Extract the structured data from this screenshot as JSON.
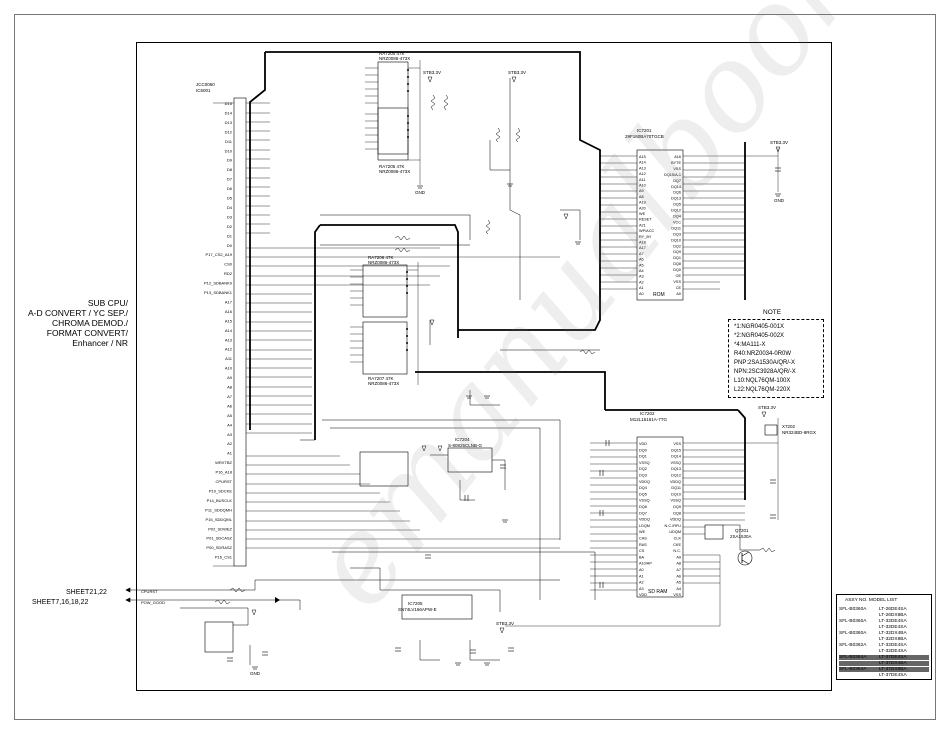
{
  "side_label": {
    "lines": [
      "SUB CPU/",
      "A-D CONVERT / YC SEP./",
      "CHROMA DEMOD./",
      "FORMAT CONVERT/",
      "Enhancer / NR"
    ]
  },
  "sheets": {
    "sheet_a": "SHEET21,22",
    "sheet_b": "SHEET7,16,18,22",
    "sig_a": "CPURST",
    "sig_b": "POW_GOOD"
  },
  "chips": {
    "cpu": {
      "ref": "IC6001",
      "part": "JCC0060"
    },
    "ra_top": {
      "ref": "RA7204 47K",
      "part": "NRZ0086-473X"
    },
    "ra_mid": {
      "ref": "RA7206 47K",
      "part": "NRZ0086-473X"
    },
    "ra_bot": {
      "ref": "RA7205 47K",
      "part": "NRZ0086-473X"
    },
    "ra_low": {
      "ref": "RA7207 47K",
      "part": "NRZ0086-473X"
    },
    "rom": {
      "ref": "IC7201",
      "part": "29F160BA70TGCB",
      "label": "ROM"
    },
    "sdram": {
      "ref": "IC7202",
      "part": "M12L16161A-7TG",
      "label": "SD RAM"
    },
    "ic7205": {
      "ref": "IC7205",
      "part": "SN74LV166APW-E"
    },
    "ic7204": {
      "ref": "IC7204",
      "part": "S-80825CLNB-G"
    },
    "q7201": {
      "ref": "Q7201",
      "part": "2SA1530A"
    },
    "x7202": {
      "ref": "X7202",
      "part": "NR324BD-9RGX"
    }
  },
  "cpu_pins_left": [
    "D15",
    "D14",
    "D13",
    "D12",
    "D11",
    "D10",
    "D9",
    "D8",
    "D7",
    "D6",
    "D5",
    "D4",
    "D3",
    "D2",
    "D1",
    "D0",
    "P17_CS2_A19",
    "CS0",
    "RD2",
    "P12_SDBANK0",
    "P13_SDBANK1",
    "A17",
    "A16",
    "A15",
    "A14",
    "A13",
    "A12",
    "A11",
    "A10",
    "A9",
    "A8",
    "A7",
    "A6",
    "A5",
    "A4",
    "A3",
    "A2",
    "A1",
    "WRXTBZ",
    "P16_A18",
    "CPURST",
    "P10_SDCKE",
    "P14_BUSCLK",
    "P11_SDDQMH",
    "P15_SDDQML",
    "P02_SDWEZ",
    "P01_SDCASZ",
    "P00_SDRASZ",
    "P16_CS1"
  ],
  "rom_pins_left": [
    "A15",
    "A14",
    "A13",
    "A12",
    "A11",
    "A10",
    "A9",
    "A8",
    "A19",
    "A20",
    "WE",
    "RESET",
    "A21",
    "WP/ACC",
    "RY_BY",
    "A18",
    "A17",
    "A7",
    "A6",
    "A5",
    "A4",
    "A3",
    "A2",
    "A1",
    "A0"
  ],
  "rom_pins_right": [
    "A16",
    "BYTE",
    "VSS",
    "DQ15/A-1",
    "DQ7",
    "DQ14",
    "DQ6",
    "DQ13",
    "DQ5",
    "DQ12",
    "DQ4",
    "VCC",
    "DQ11",
    "DQ3",
    "DQ10",
    "DQ2",
    "DQ9",
    "DQ1",
    "DQ8",
    "DQ0",
    "OE",
    "VSS",
    "CE",
    "A0"
  ],
  "sdram_pins_left": [
    "VDD",
    "DQ0",
    "DQ1",
    "VSSQ",
    "DQ2",
    "DQ3",
    "VDDQ",
    "DQ4",
    "DQ5",
    "VSSQ",
    "DQ6",
    "DQ7",
    "VDDQ",
    "LDQM",
    "WE",
    "CAS",
    "RAS",
    "CS",
    "BA",
    "A10/AP",
    "A0",
    "A1",
    "A2",
    "A3",
    "VDD"
  ],
  "sdram_pins_right": [
    "VSS",
    "DQ15",
    "DQ14",
    "VSSQ",
    "DQ13",
    "DQ12",
    "VDDQ",
    "DQ11",
    "DQ10",
    "VSSQ",
    "DQ9",
    "DQ8",
    "VDDQ",
    "N.C./RFU",
    "UDQM",
    "CLK",
    "CKE",
    "N.C.",
    "A9",
    "A8",
    "A7",
    "A6",
    "A5",
    "A4",
    "VSS"
  ],
  "note": {
    "title": "NOTE",
    "lines": [
      "*1:NGR0405-001X",
      "*2:NGR0405-002X",
      "*4:MA111-X",
      "R40:NRZ0034-0R0W",
      "PNP:2SA1530A/QR/-X",
      "NPN:2SC3928A/QR/-X",
      "L10:NQL76QM-100X",
      "L22:NQL76QM-220X"
    ]
  },
  "models": {
    "header": "ASSY NO.  MODEL LIST",
    "rows": [
      {
        "assy": "SFL-B0360A",
        "models": [
          "LT-26DE4SA"
        ],
        "shaded": false
      },
      {
        "assy": "",
        "models": [
          "LT-26DX8BA"
        ],
        "shaded": false
      },
      {
        "assy": "SFL-B0360A",
        "models": [
          "LT-32DE4SA"
        ],
        "shaded": false
      },
      {
        "assy": "",
        "models": [
          "LT-32DE4SA"
        ],
        "shaded": false
      },
      {
        "assy": "SFL-B0360A",
        "models": [
          "LT-32DX4BA"
        ],
        "shaded": false
      },
      {
        "assy": "",
        "models": [
          "LT-32DX8BA"
        ],
        "shaded": false
      },
      {
        "assy": "SFL-B0362A",
        "models": [
          "LT-32DE4SA"
        ],
        "shaded": false
      },
      {
        "assy": "",
        "models": [
          "LT-32DE4SA"
        ],
        "shaded": false
      },
      {
        "assy": "SFL-B0364A",
        "models": [
          "LT-37DE4SA"
        ],
        "shaded": true
      },
      {
        "assy": "",
        "models": [
          "LT-37DX4BA"
        ],
        "shaded": true
      },
      {
        "assy": "SFL-B0364A",
        "models": [
          "LT-37DX8BA"
        ],
        "shaded": true
      },
      {
        "assy": "",
        "models": [
          "LT-37DE4SA"
        ],
        "shaded": false
      }
    ]
  },
  "watermark": "emanualbook",
  "power_labels": [
    "STB3.3V",
    "GND"
  ],
  "colors": {
    "line": "#000000",
    "shade": "#666666"
  }
}
